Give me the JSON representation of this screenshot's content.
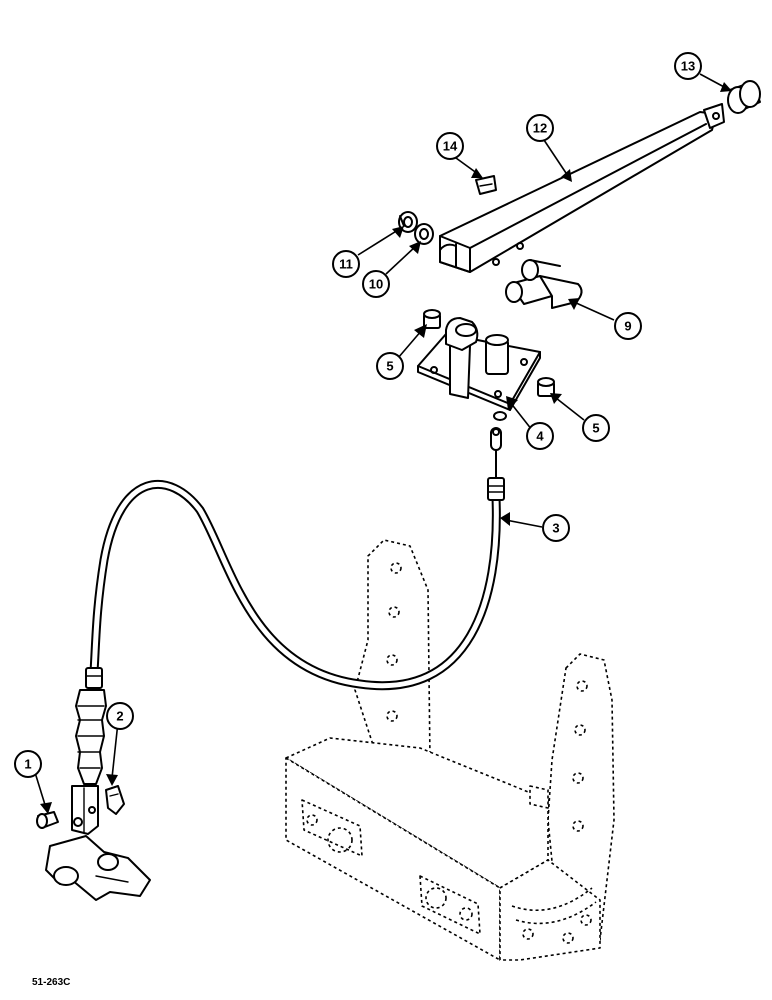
{
  "drawing_ref": "51-263C",
  "callouts": [
    {
      "id": "c1",
      "label": "1"
    },
    {
      "id": "c2",
      "label": "2"
    },
    {
      "id": "c3",
      "label": "3"
    },
    {
      "id": "c4",
      "label": "4"
    },
    {
      "id": "c5a",
      "label": "5"
    },
    {
      "id": "c5b",
      "label": "5"
    },
    {
      "id": "c9",
      "label": "9"
    },
    {
      "id": "c10",
      "label": "10"
    },
    {
      "id": "c11",
      "label": "11"
    },
    {
      "id": "c12",
      "label": "12"
    },
    {
      "id": "c13",
      "label": "13"
    },
    {
      "id": "c14",
      "label": "14"
    }
  ]
}
